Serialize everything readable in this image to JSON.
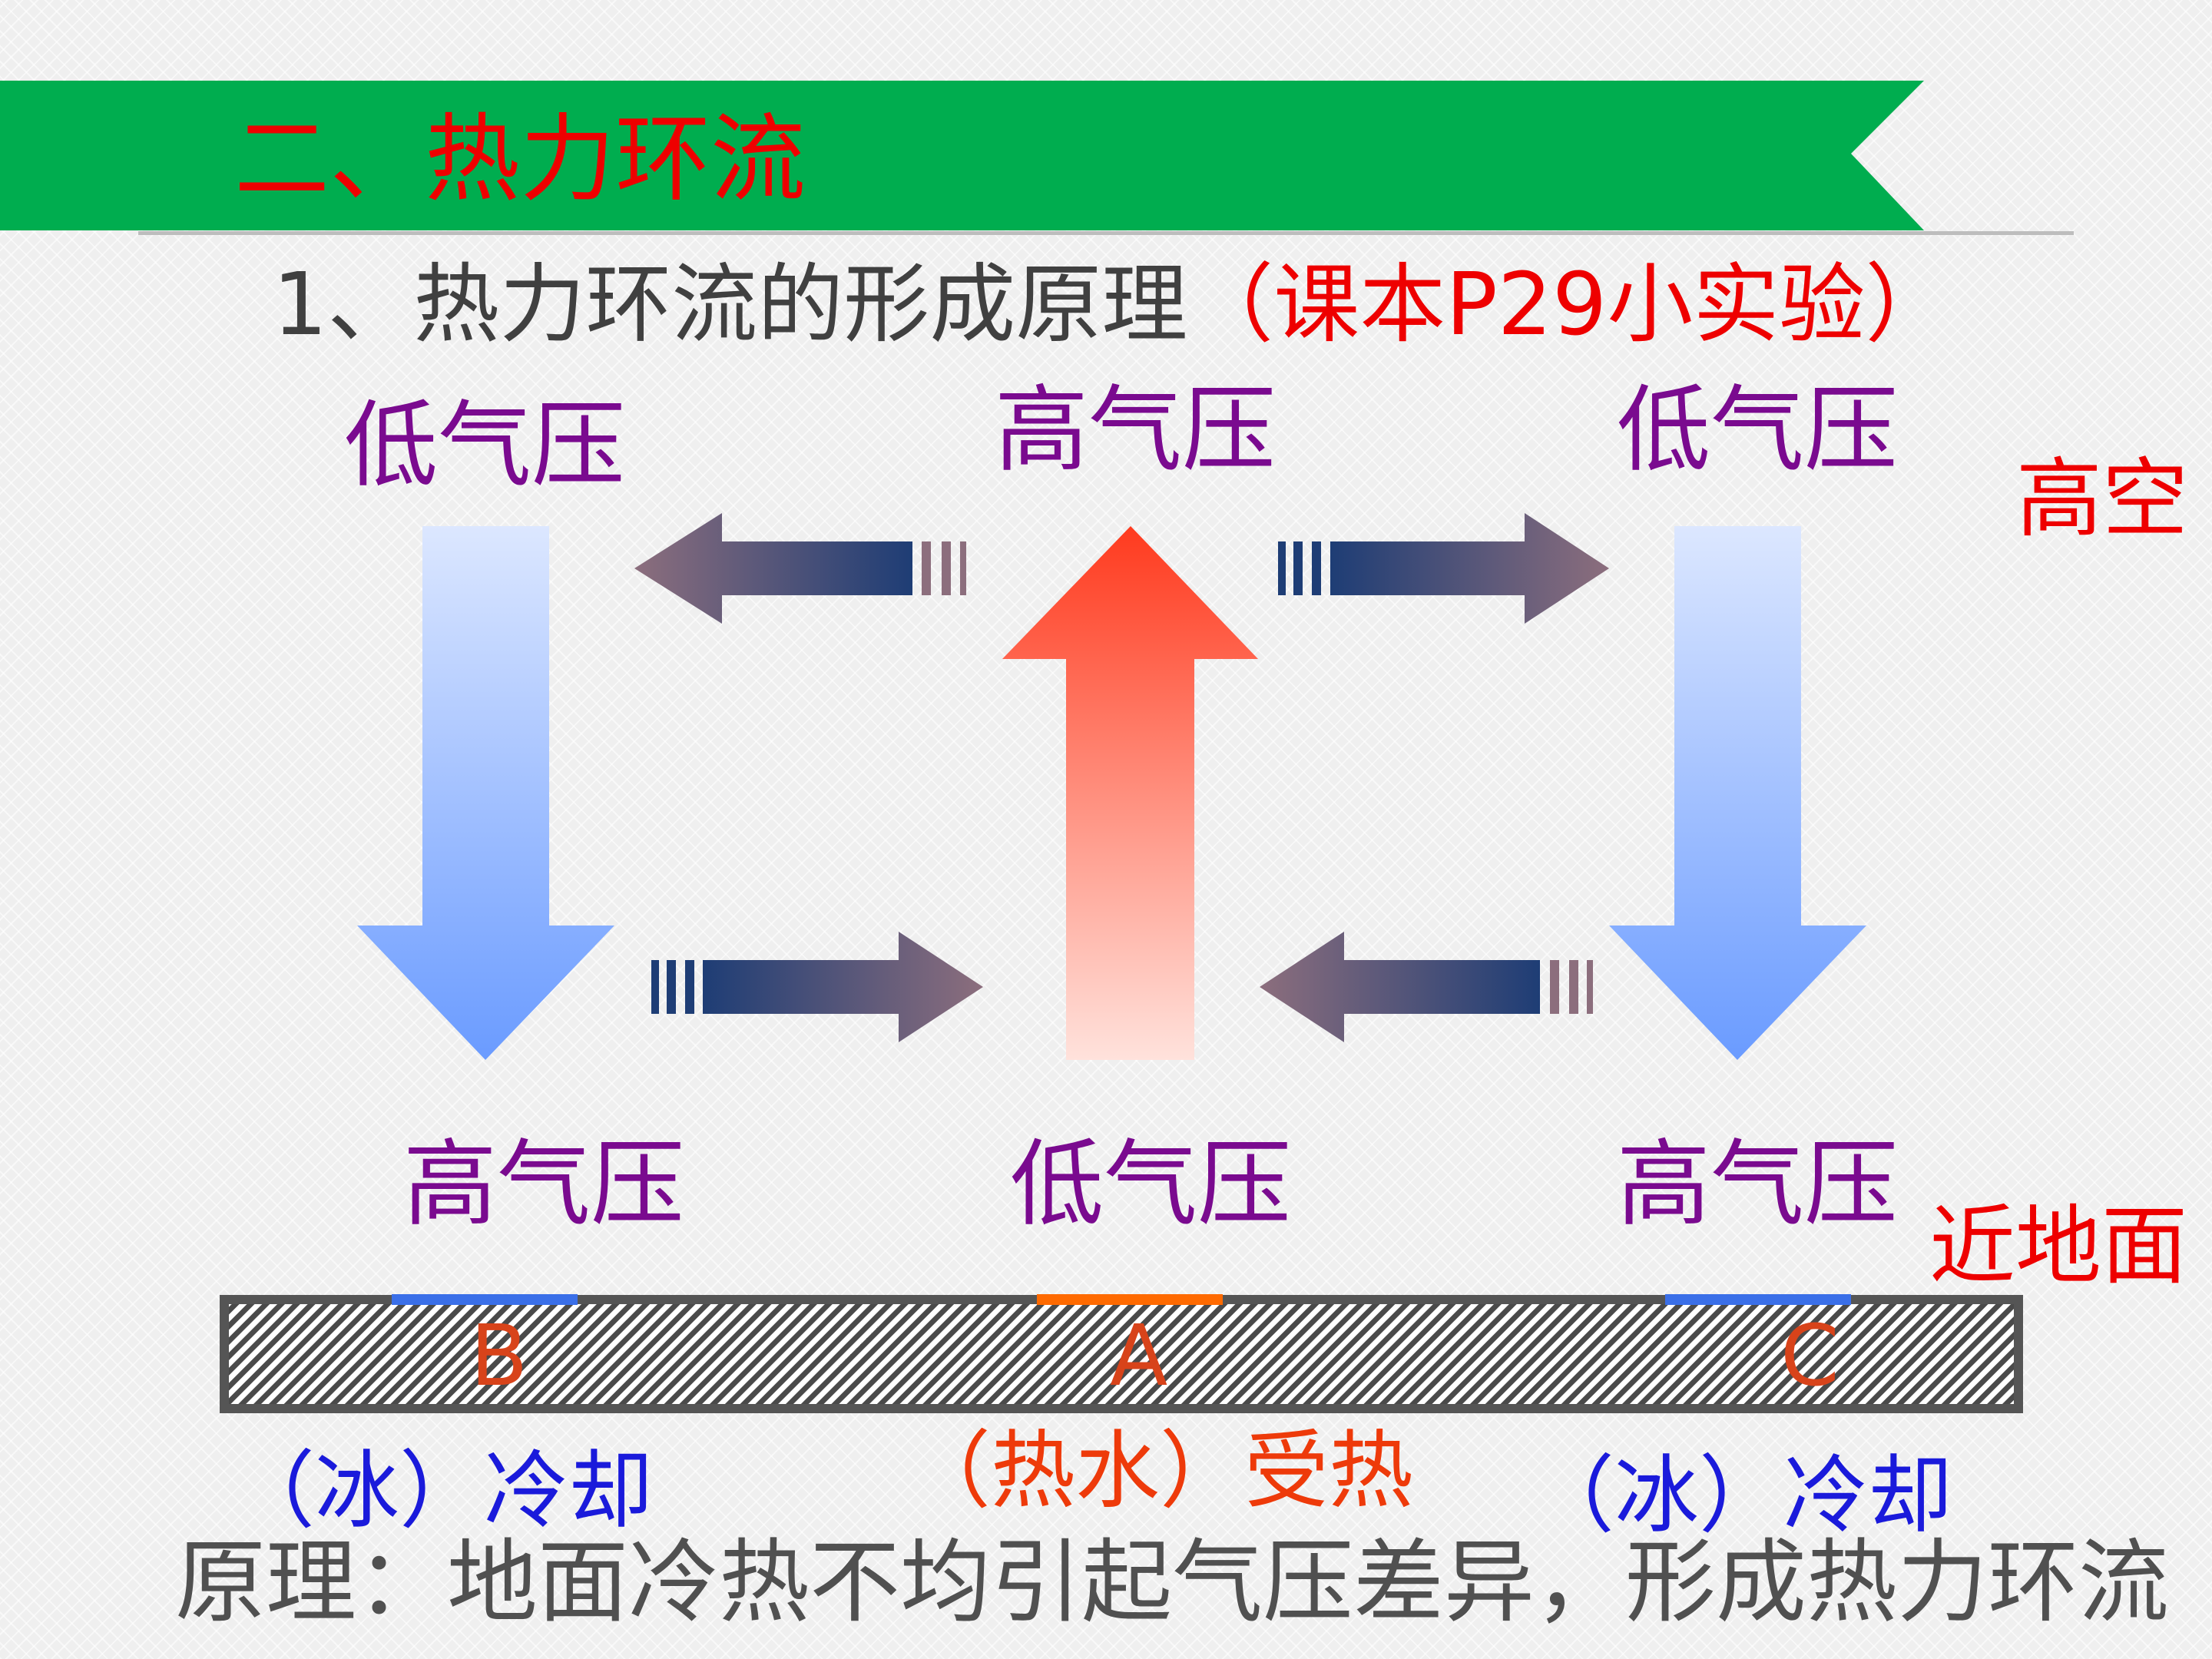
{
  "title": "二、热力环流",
  "subtitle": {
    "main": "1、热力环流的形成原理",
    "note": "（课本P29小实验）"
  },
  "labels": {
    "upper_left": "低气压",
    "upper_mid": "高气压",
    "upper_right": "低气压",
    "lower_left": "高气压",
    "lower_mid": "低气压",
    "lower_right": "高气压",
    "high_altitude": "高空",
    "near_ground": "近地面"
  },
  "ground": {
    "points": [
      "B",
      "A",
      "C"
    ]
  },
  "captions": {
    "left": "（冰）冷却",
    "mid": "（热水）受热",
    "right": "（冰）冷却"
  },
  "principle": "原理：地面冷热不均引起气压差异，形成热力环流",
  "colors": {
    "banner": "#00ad4f",
    "title": "#ee0000",
    "pressure_label": "#7a0a8f",
    "cold_arrow": "#6a9bff",
    "hot_arrow": "#ff3a1e",
    "horizontal_arrow_dark": "#1e3d75",
    "horizontal_arrow_light": "#8c6e7d",
    "cold_marker": "#3a6fe8",
    "hot_marker": "#ff6a00"
  }
}
